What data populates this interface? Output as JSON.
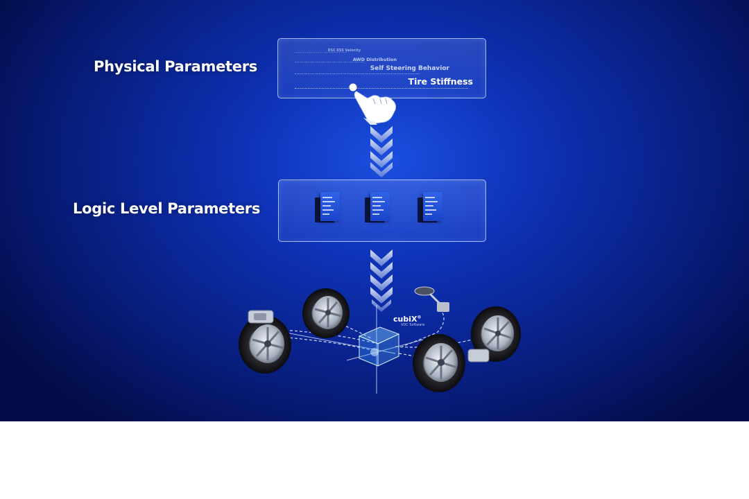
{
  "headings": {
    "physical": "Physical Parameters",
    "logic": "Logic Level Parameters"
  },
  "physical_panel": {
    "items": [
      "ESC ESS Velocity",
      "AWD Distribution",
      "Self Steering Behavior",
      "Tire Stiffness"
    ]
  },
  "logic_panel": {
    "documents": 3
  },
  "cubix": {
    "name": "cubiX",
    "mark": "®",
    "subtitle": "VDC Software"
  },
  "colors": {
    "background_center": "#1b4fe0",
    "background_edge": "#030c45",
    "panel_border": "#d2e1ff",
    "document_blue": "#2f63e8",
    "text": "#ffffff"
  },
  "icons": [
    "hand-pointer-icon",
    "chevron-arrow-icon",
    "document-icon",
    "cube-icon",
    "wheel-icon",
    "steering-wheel-icon"
  ]
}
